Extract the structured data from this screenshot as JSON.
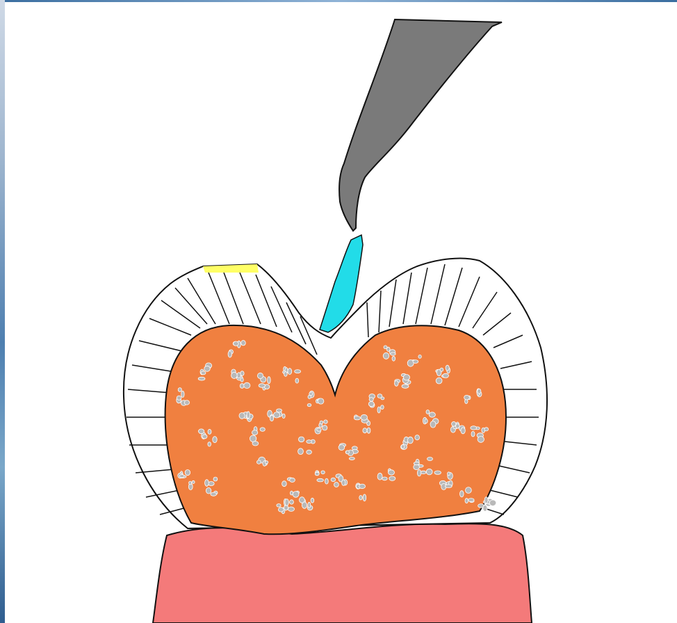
{
  "diagram": {
    "colors": {
      "background": "#ffffff",
      "instrument": "#7a7a7a",
      "instrument_tip": "#22dce8",
      "enamel": "#ffffff",
      "enamel_outline": "#111111",
      "dentin": "#f08040",
      "dentin_speckle": "#b9b9b9",
      "gum": "#f47a7a",
      "deposit": "#ffff66"
    },
    "parts": [
      "instrument-handle",
      "instrument-tip",
      "enamel-cap",
      "dentin-core",
      "gum-root"
    ]
  }
}
